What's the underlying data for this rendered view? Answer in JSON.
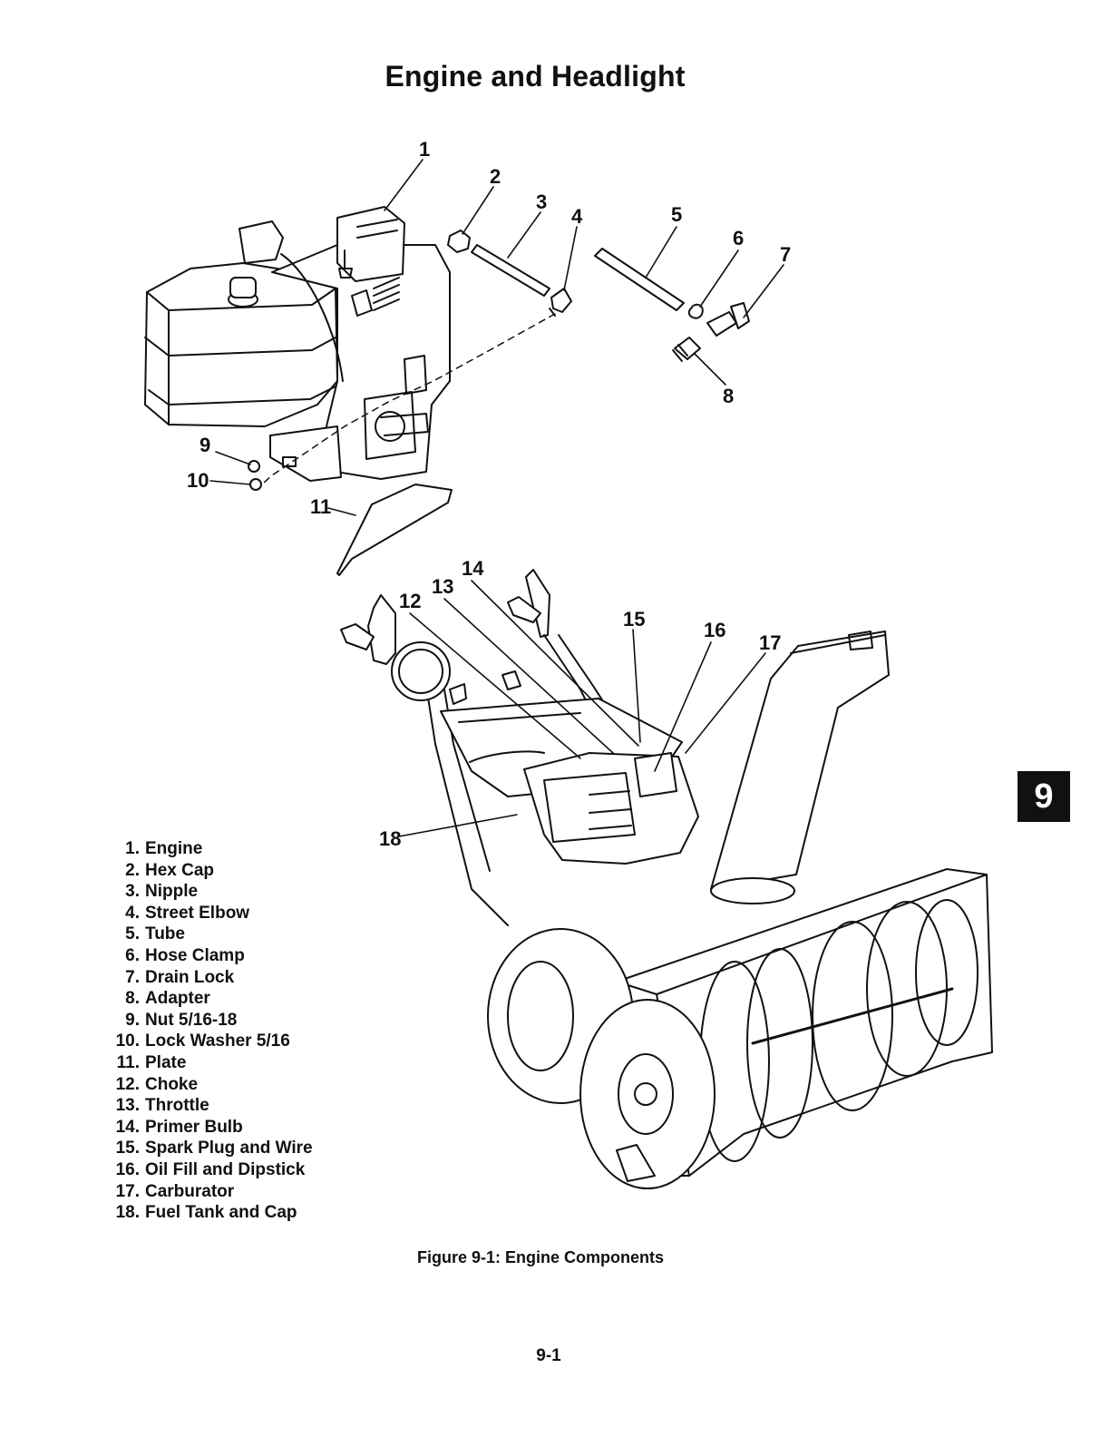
{
  "page": {
    "title": "Engine and Headlight",
    "section_tab": "9",
    "caption": "Figure 9-1: Engine Components",
    "page_number": "9-1"
  },
  "callouts": [
    "1",
    "2",
    "3",
    "4",
    "5",
    "6",
    "7",
    "8",
    "9",
    "10",
    "11",
    "12",
    "13",
    "14",
    "15",
    "16",
    "17",
    "18"
  ],
  "legend": [
    {
      "num": "1.",
      "label": "Engine"
    },
    {
      "num": "2.",
      "label": "Hex Cap"
    },
    {
      "num": "3.",
      "label": "Nipple"
    },
    {
      "num": "4.",
      "label": "Street Elbow"
    },
    {
      "num": "5.",
      "label": "Tube"
    },
    {
      "num": "6.",
      "label": "Hose Clamp"
    },
    {
      "num": "7.",
      "label": "Drain Lock"
    },
    {
      "num": "8.",
      "label": "Adapter"
    },
    {
      "num": "9.",
      "label": "Nut 5/16-18"
    },
    {
      "num": "10.",
      "label": "Lock Washer 5/16"
    },
    {
      "num": "11.",
      "label": "Plate"
    },
    {
      "num": "12.",
      "label": "Choke"
    },
    {
      "num": "13.",
      "label": "Throttle"
    },
    {
      "num": "14.",
      "label": "Primer Bulb"
    },
    {
      "num": "15.",
      "label": "Spark Plug and Wire"
    },
    {
      "num": "16.",
      "label": "Oil Fill and Dipstick"
    },
    {
      "num": "17.",
      "label": "Carburator"
    },
    {
      "num": "18.",
      "label": "Fuel Tank and Cap"
    }
  ]
}
